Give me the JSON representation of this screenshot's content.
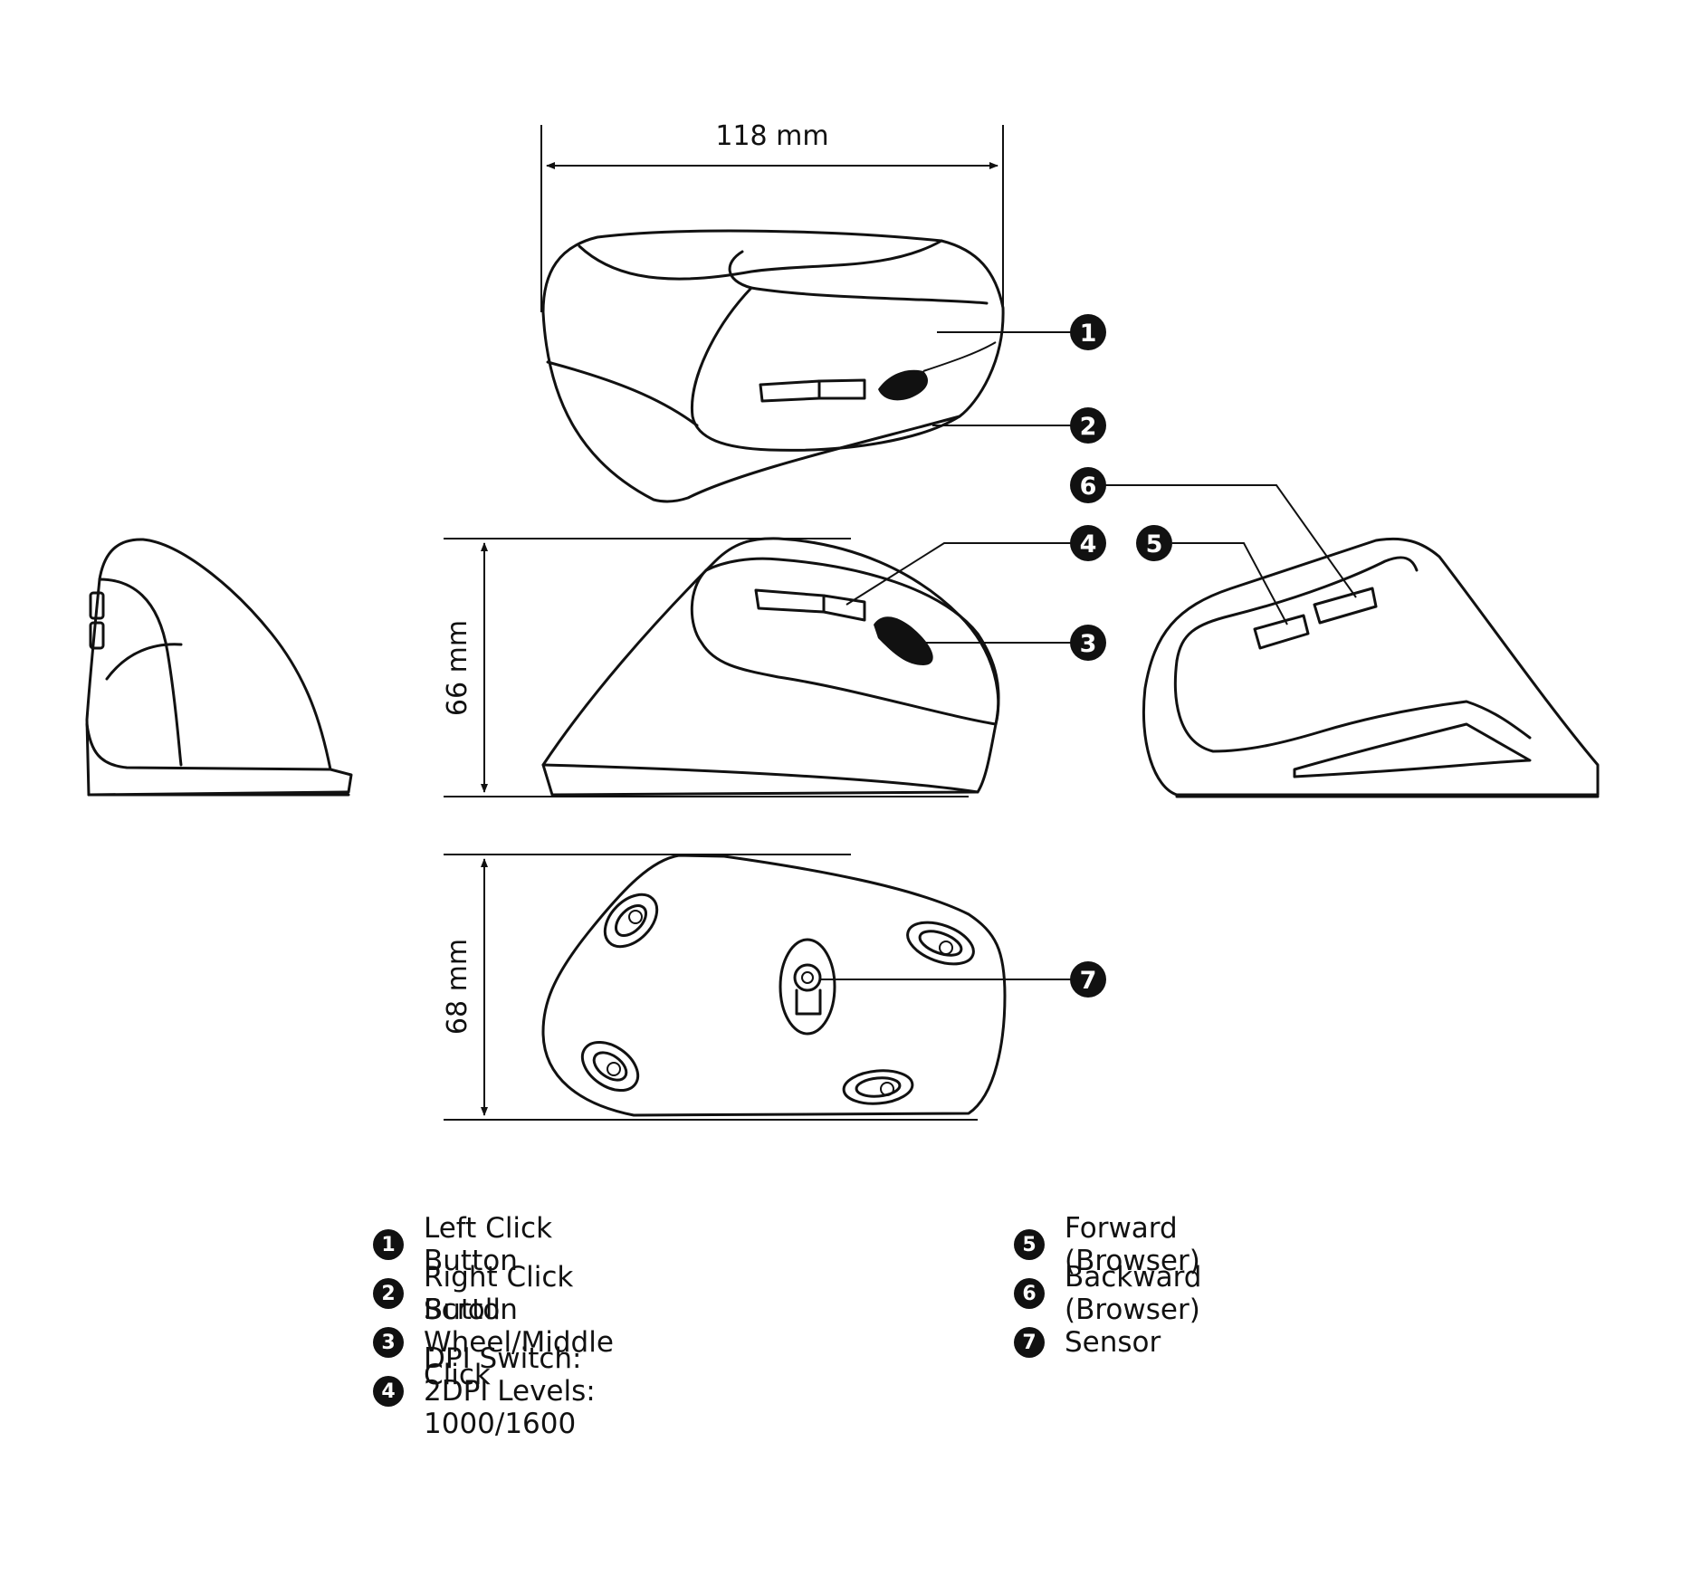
{
  "dimensions": {
    "width_label": "118 mm",
    "height_label": "66 mm",
    "depth_label": "68 mm"
  },
  "callouts": [
    "1",
    "2",
    "3",
    "4",
    "5",
    "6",
    "7"
  ],
  "legend": {
    "left": [
      {
        "num": "1",
        "label": "Left Click Button"
      },
      {
        "num": "2",
        "label": "Right Click Button"
      },
      {
        "num": "3",
        "label": "Scroll Wheel/Middle Click"
      },
      {
        "num": "4",
        "label": "DPI Switch: 2DPI Levels: 1000/1600"
      }
    ],
    "right": [
      {
        "num": "5",
        "label": "Forward (Browser)"
      },
      {
        "num": "6",
        "label": "Backward (Browser)"
      },
      {
        "num": "7",
        "label": "Sensor"
      }
    ]
  }
}
